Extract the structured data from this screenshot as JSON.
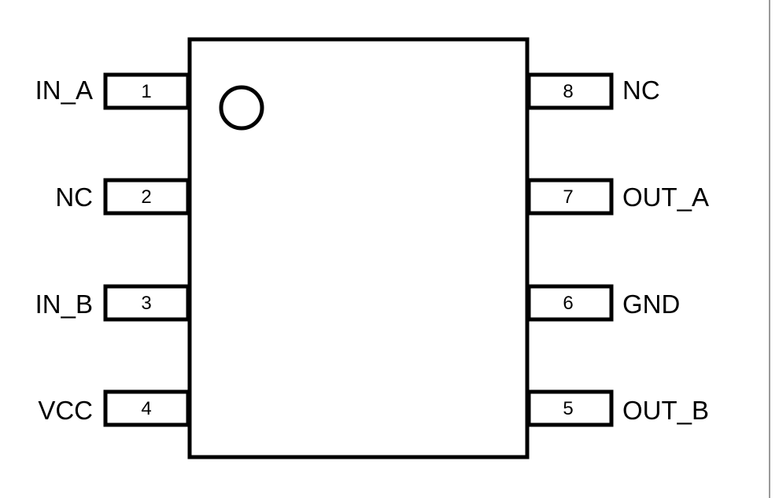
{
  "package": {
    "pins": [
      {
        "number": "1",
        "label": "IN_A",
        "side": "left"
      },
      {
        "number": "2",
        "label": "NC",
        "side": "left"
      },
      {
        "number": "3",
        "label": "IN_B",
        "side": "left"
      },
      {
        "number": "4",
        "label": "VCC",
        "side": "left"
      },
      {
        "number": "8",
        "label": "NC",
        "side": "right"
      },
      {
        "number": "7",
        "label": "OUT_A",
        "side": "right"
      },
      {
        "number": "6",
        "label": "GND",
        "side": "right"
      },
      {
        "number": "5",
        "label": "OUT_B",
        "side": "right"
      }
    ]
  }
}
